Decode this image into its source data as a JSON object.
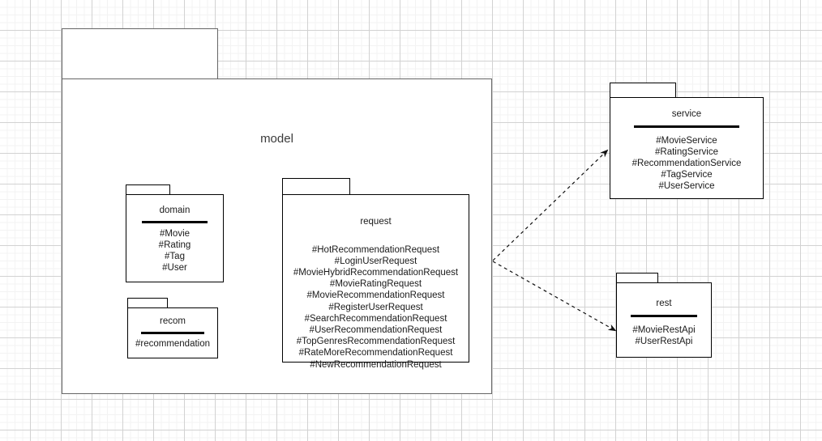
{
  "diagram": {
    "type": "uml-package-diagram",
    "background": "#ffffff",
    "grid_color": "#d2d2d2",
    "border_color": "#000000",
    "outer_border_color": "#666666",
    "text_color": "#1a1a1a"
  },
  "packages": {
    "model": {
      "name": "model",
      "members": []
    },
    "domain": {
      "name": "domain",
      "members": [
        "#Movie",
        "#Rating",
        "#Tag",
        "#User"
      ]
    },
    "recom": {
      "name": "recom",
      "members": [
        "#recommendation"
      ]
    },
    "request": {
      "name": "request",
      "members": [
        "#HotRecommendationRequest",
        "#LoginUserRequest",
        "#MovieHybridRecommendationRequest",
        "#MovieRatingRequest",
        "#MovieRecommendationRequest",
        "#RegisterUserRequest",
        "#SearchRecommendationRequest",
        "#UserRecommendationRequest",
        "#TopGenresRecommendationRequest",
        "#RateMoreRecommendationRequest",
        "#NewRecommendationRequest"
      ]
    },
    "service": {
      "name": "service",
      "members": [
        "#MovieService",
        "#RatingService",
        "#RecommendationService",
        "#TagService",
        "#UserService"
      ]
    },
    "rest": {
      "name": "rest",
      "members": [
        "#MovieRestApi",
        "#UserRestApi"
      ]
    }
  },
  "dependencies": [
    {
      "from": "domain",
      "to": "request",
      "style": "dashed-arrow"
    },
    {
      "from": "recom",
      "to": "request",
      "style": "dashed-arrow"
    },
    {
      "from": "model",
      "to": "service",
      "style": "dashed-arrow"
    },
    {
      "from": "model",
      "to": "rest",
      "style": "dashed-arrow"
    }
  ]
}
